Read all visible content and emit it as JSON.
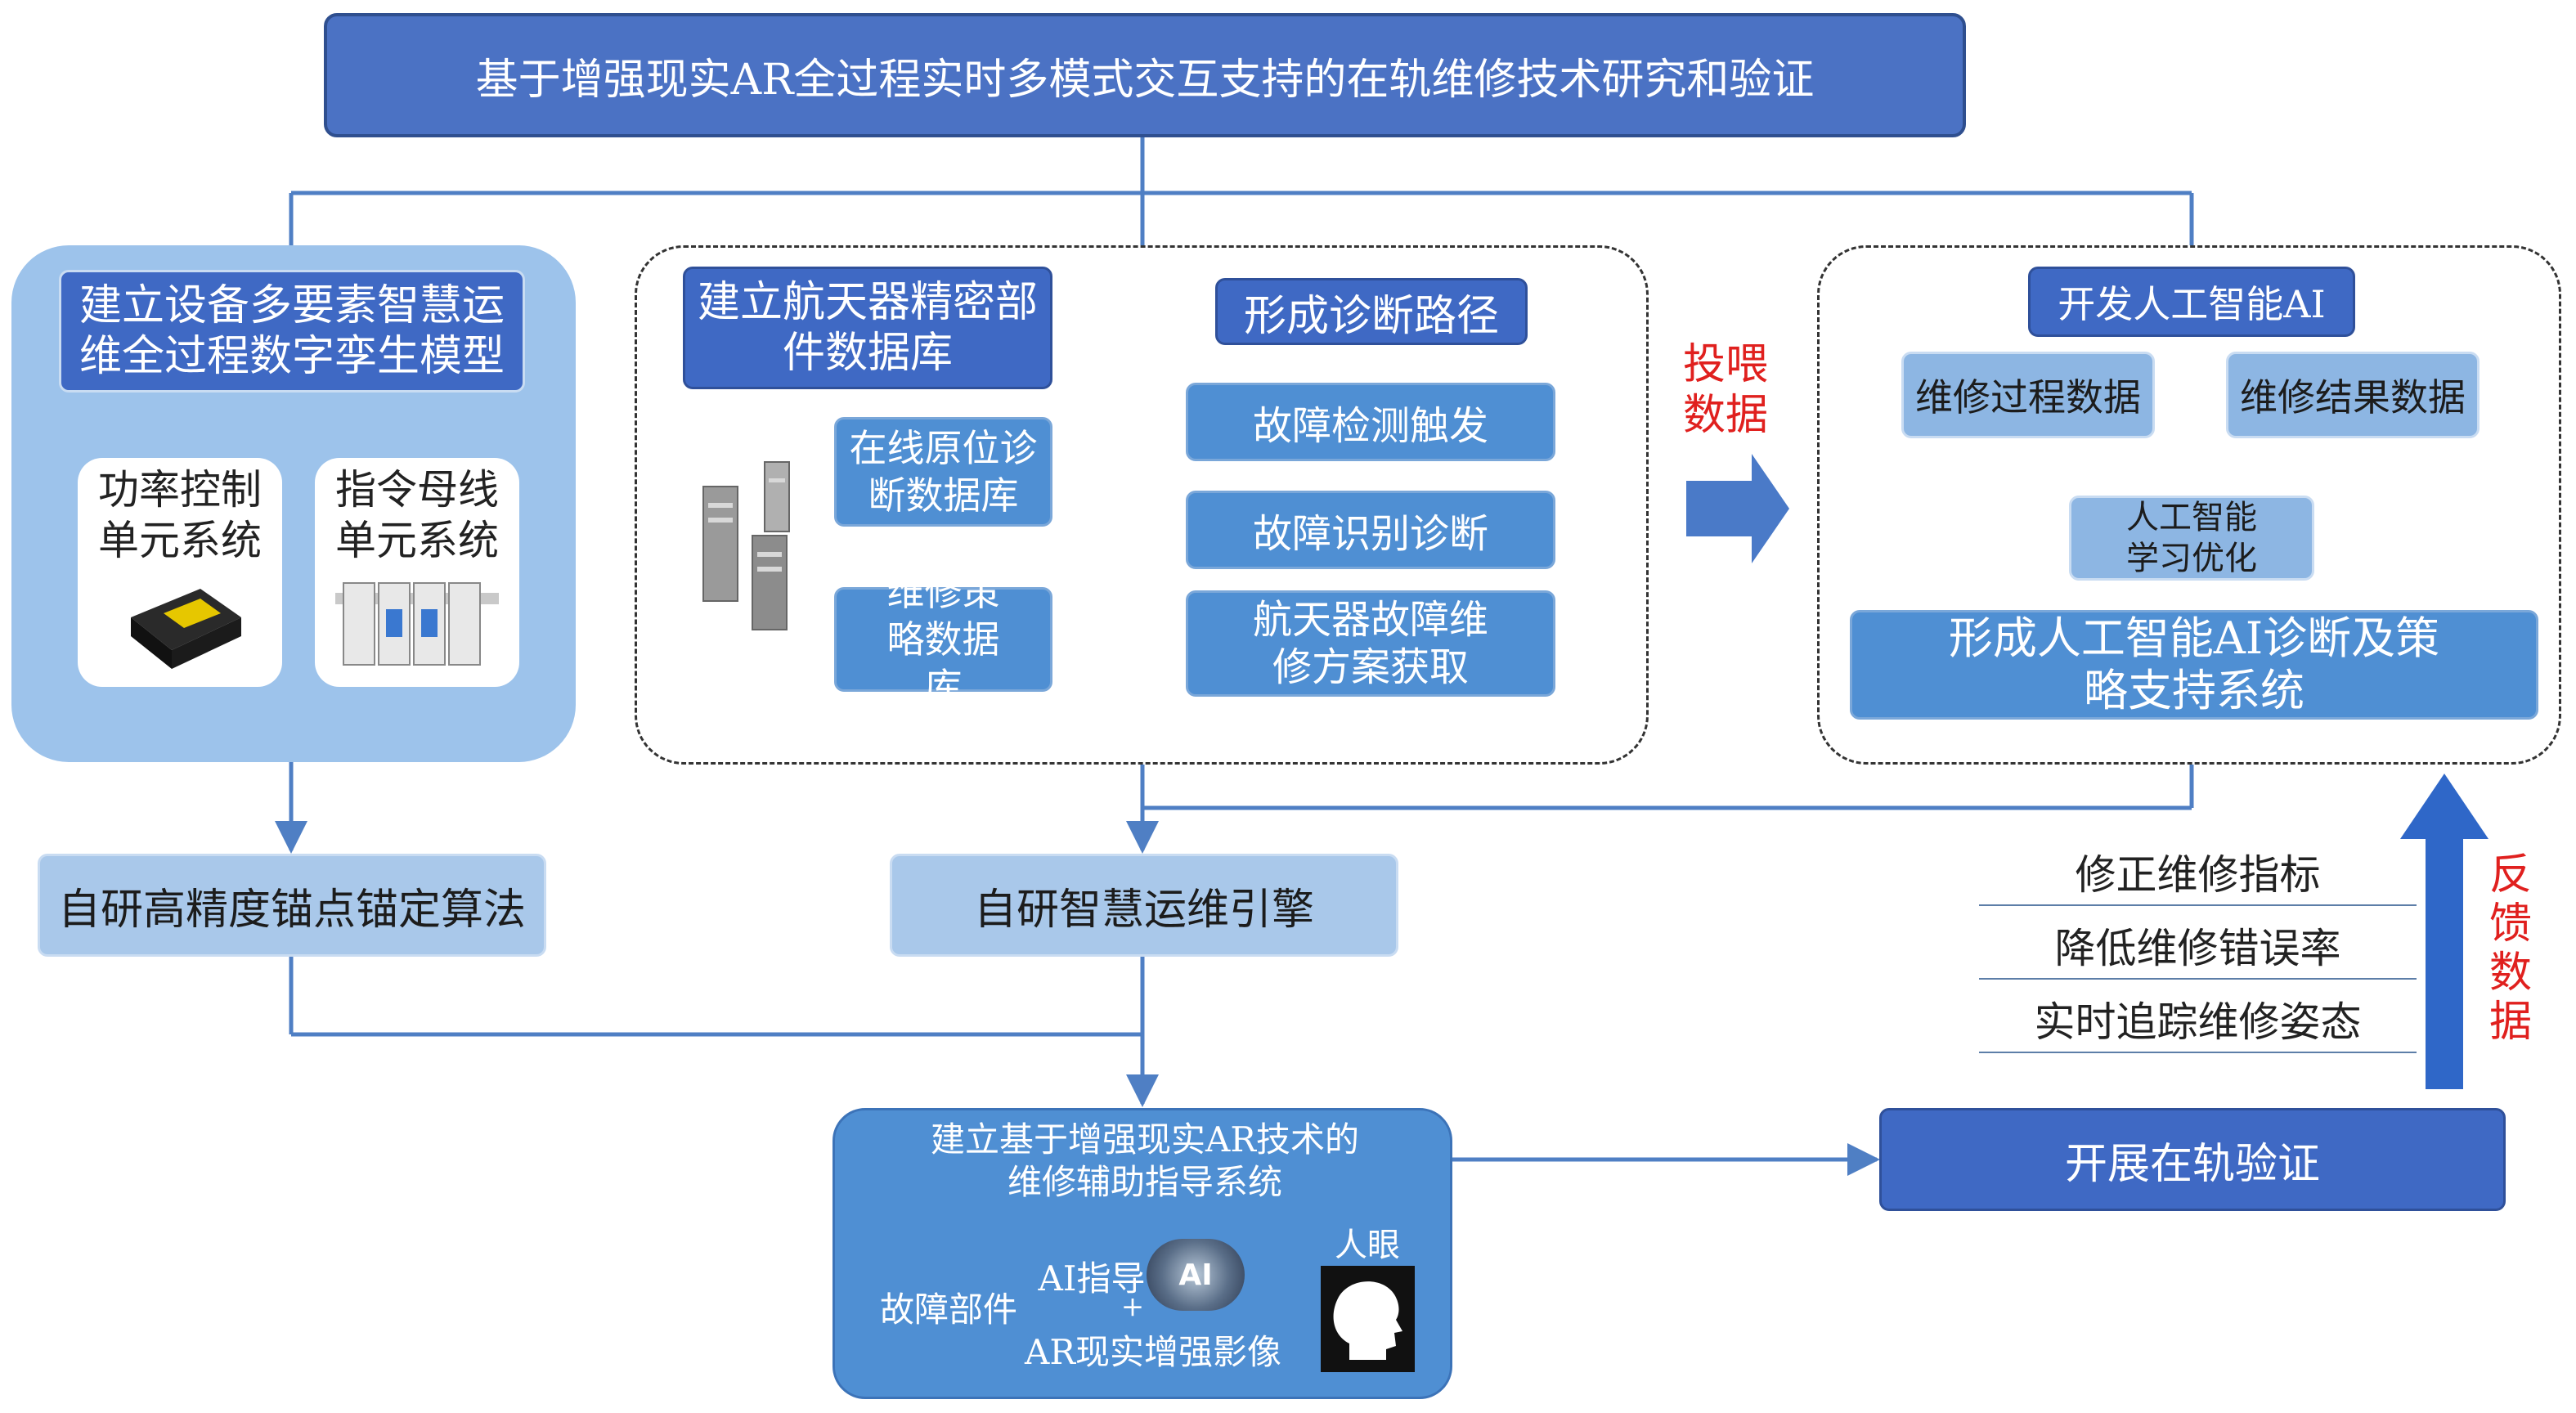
{
  "title": "基于增强现实AR全过程实时多模式交互支持的在轨维修技术研究和验证",
  "left": {
    "header": "建立设备多要素智慧运维全过程数字孪生模型",
    "card1": "功率控制单元系统",
    "card2": "指令母线单元系统",
    "bottom": "自研高精度锚点锚定算法"
  },
  "middle": {
    "header": "建立航天器精密部件数据库",
    "path_header": "形成诊断路径",
    "db1": "在线原位诊断数据库",
    "db2": "维修策略数据库",
    "step1": "故障检测触发",
    "step2": "故障识别诊断",
    "step3": "航天器故障维修方案获取",
    "bottom": "自研智慧运维引擎"
  },
  "feed_label": "投喂数据",
  "right": {
    "header": "开发人工智能AI",
    "data1": "维修过程数据",
    "data2": "维修结果数据",
    "learn": "人工智能学习优化",
    "result": "形成人工智能AI诊断及策略支持系统"
  },
  "feedback": {
    "label": "反馈数据",
    "items": [
      "修正维修指标",
      "降低维修错误率",
      "实时追踪维修姿态"
    ]
  },
  "ar_system": {
    "title": "建立基于增强现实AR技术的维修辅助指导系统",
    "fault_part": "故障部件",
    "ai_guide": "AI指导",
    "plus": "+",
    "ar_image": "AR现实增强影像",
    "eye": "人眼",
    "ai_badge": "AI"
  },
  "verify": "开展在轨验证"
}
